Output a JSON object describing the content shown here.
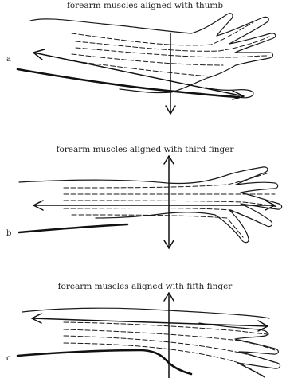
{
  "panels": [
    {
      "label": "a",
      "caption": "forearm muscles aligned with thumb"
    },
    {
      "label": "b",
      "caption": "forearm muscles aligned with third finger"
    },
    {
      "label": "c",
      "caption": "forearm muscles aligned with fifth finger"
    }
  ]
}
